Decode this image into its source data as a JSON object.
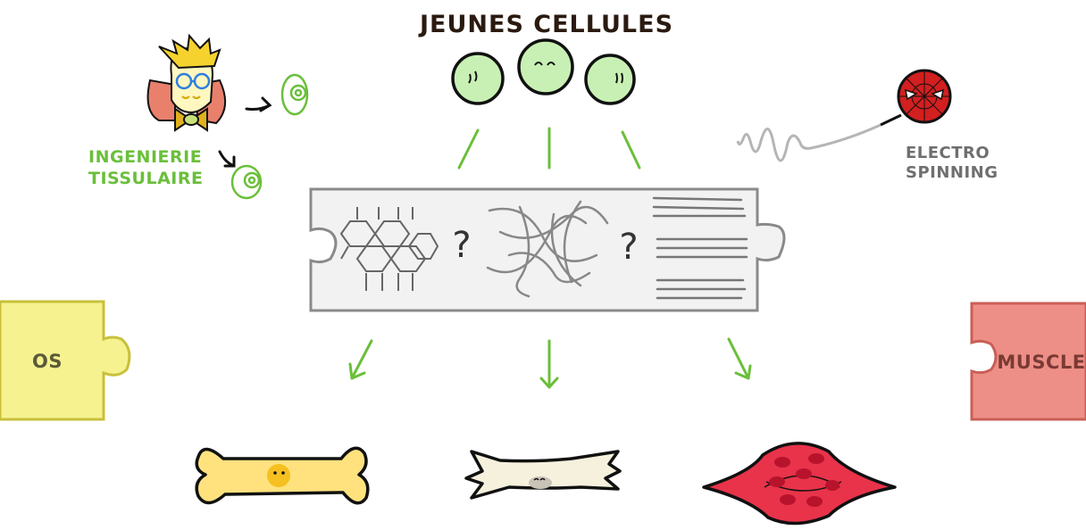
{
  "title": "JEUNES CELLULES",
  "tissue_engineering": {
    "line1": "INGENIERIE",
    "line2": "TISSULAIRE"
  },
  "electrospinning": {
    "line1": "ELECTRO",
    "line2": "SPINNING"
  },
  "left_piece": {
    "label": "OS",
    "color": "#f6f290"
  },
  "right_piece": {
    "label": "MUSCLE",
    "color": "#ee8f87"
  },
  "scaffold": {
    "question_left": "?",
    "question_right": "?"
  },
  "colors": {
    "accent_green": "#6abf3a",
    "cell_green": "#c8f0b4",
    "bone": "#ffe27e",
    "muscle": "#e8334a",
    "fibroblast": "#f6f1dd"
  },
  "icons": [
    "scientist-icon",
    "cell-icon",
    "spider-ball-icon",
    "bone-icon",
    "fibroblast-icon",
    "muscle-icon",
    "arrow-icon",
    "puzzle-piece-icon"
  ]
}
